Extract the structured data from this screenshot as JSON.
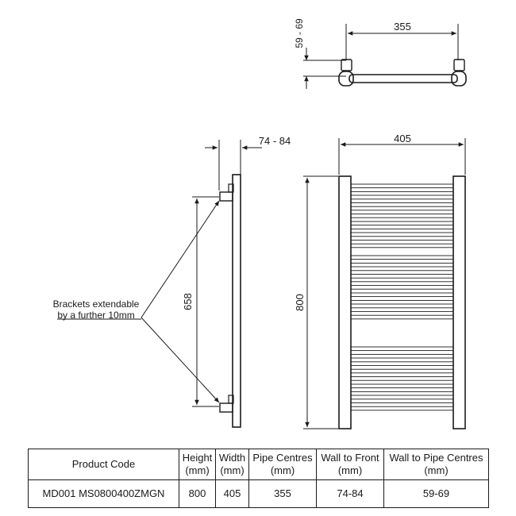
{
  "diagram": {
    "top_view": {
      "pipe_centres_dim": "355",
      "wall_to_pipe_dim": "59 - 69"
    },
    "side_view": {
      "wall_to_front_dim": "74 - 84",
      "bracket_centres_dim": "658",
      "bracket_note_line1": "Brackets extendable",
      "bracket_note_line2": "by a further 10mm"
    },
    "front_view": {
      "width_dim": "405",
      "height_dim": "800"
    }
  },
  "table": {
    "headers": [
      {
        "line1": "Product Code",
        "line2": ""
      },
      {
        "line1": "Height",
        "line2": "(mm)"
      },
      {
        "line1": "Width",
        "line2": "(mm)"
      },
      {
        "line1": "Pipe Centres",
        "line2": "(mm)"
      },
      {
        "line1": "Wall to Front",
        "line2": "(mm)"
      },
      {
        "line1": "Wall to Pipe Centres",
        "line2": "(mm)"
      }
    ],
    "row": [
      "MD001 MS0800400ZMGN",
      "800",
      "405",
      "355",
      "74-84",
      "59-69"
    ]
  },
  "colors": {
    "line": "#1a1a1a",
    "background": "#ffffff"
  }
}
